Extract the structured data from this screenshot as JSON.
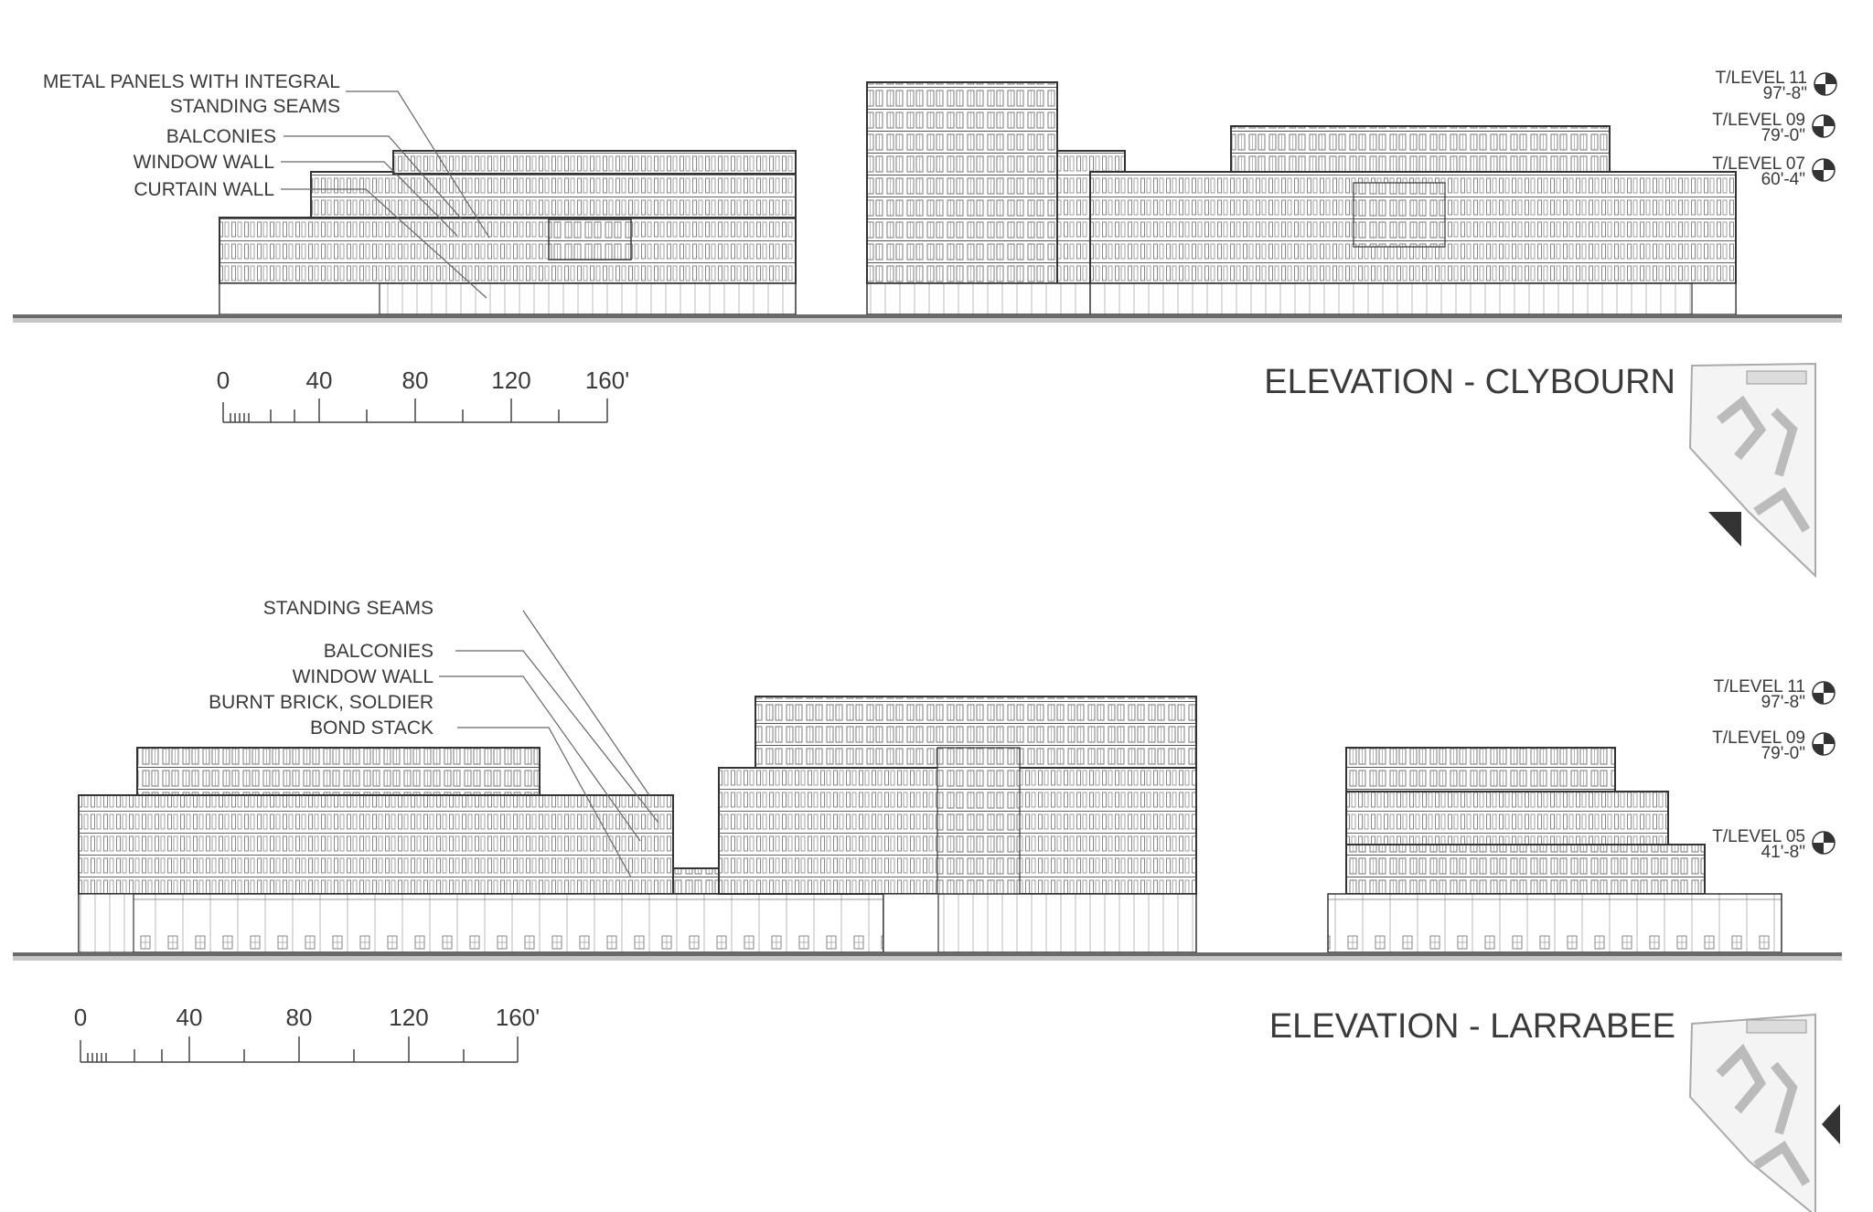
{
  "sheet": {
    "elevations": [
      {
        "title": "ELEVATION - CLYBOURN",
        "callouts": [
          {
            "lines": [
              "METAL PANELS WITH INTEGRAL",
              "STANDING SEAMS"
            ]
          },
          {
            "lines": [
              "BALCONIES"
            ]
          },
          {
            "lines": [
              "WINDOW WALL"
            ]
          },
          {
            "lines": [
              "CURTAIN WALL"
            ]
          }
        ],
        "levels": [
          {
            "name": "T/LEVEL 11",
            "height": "97'-8\""
          },
          {
            "name": "T/LEVEL 09",
            "height": "79'-0\""
          },
          {
            "name": "T/LEVEL 07",
            "height": "60'-4\""
          }
        ],
        "scale": {
          "labels": [
            "0",
            "40",
            "80",
            "120",
            "160'"
          ]
        }
      },
      {
        "title": "ELEVATION - LARRABEE",
        "callouts": [
          {
            "lines": [
              "STANDING SEAMS"
            ]
          },
          {
            "lines": [
              "BALCONIES"
            ]
          },
          {
            "lines": [
              "WINDOW WALL"
            ]
          },
          {
            "lines": [
              "BURNT BRICK, SOLDIER"
            ]
          },
          {
            "lines": [
              "BOND STACK"
            ]
          }
        ],
        "levels": [
          {
            "name": "T/LEVEL 11",
            "height": "97'-8\""
          },
          {
            "name": "T/LEVEL 09",
            "height": "79'-0\""
          },
          {
            "name": "T/LEVEL 05",
            "height": "41'-8\""
          }
        ],
        "scale": {
          "labels": [
            "0",
            "40",
            "80",
            "120",
            "160'"
          ]
        }
      }
    ]
  }
}
